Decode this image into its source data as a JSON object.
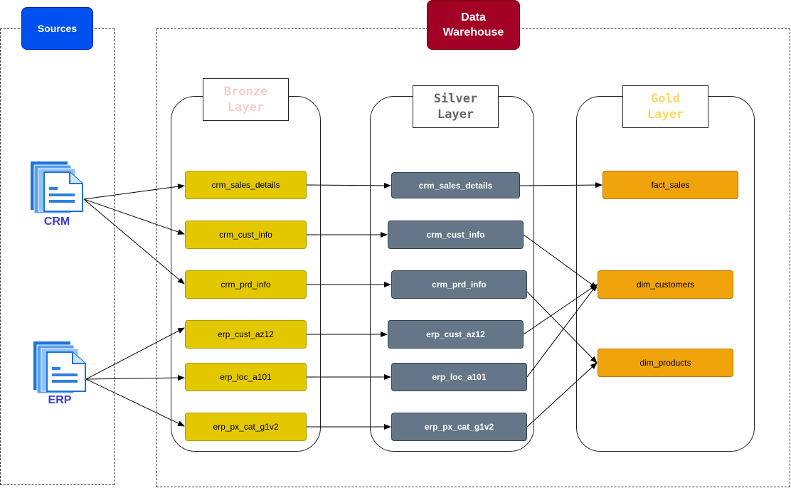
{
  "sources_header": "Sources",
  "dw_header": "Data\nWarehouse",
  "layers": {
    "bronze": {
      "title": "Bronze\nLayer",
      "title_color": "#f8cecc"
    },
    "silver": {
      "title": "Silver\nLayer",
      "title_color": "#666666"
    },
    "gold": {
      "title": "Gold\nLayer",
      "title_color": "#ffd966"
    }
  },
  "sources": {
    "crm": "CRM",
    "erp": "ERP"
  },
  "bronze_tables": [
    "crm_sales_details",
    "crm_cust_info",
    "crm_prd_info",
    "erp_cust_az12",
    "erp_loc_a101",
    "erp_px_cat_g1v2"
  ],
  "silver_tables": [
    "crm_sales_details",
    "crm_cust_info",
    "crm_prd_info",
    "erp_cust_az12",
    "erp_loc_a101",
    "erp_px_cat_g1v2"
  ],
  "gold_tables": [
    "fact_sales",
    "dim_customers",
    "dim_products"
  ],
  "colors": {
    "sources_header": "#0050ef",
    "dw_header": "#a20025",
    "bronze": "#e3c800",
    "silver": "#647687",
    "gold": "#f0a30a"
  }
}
